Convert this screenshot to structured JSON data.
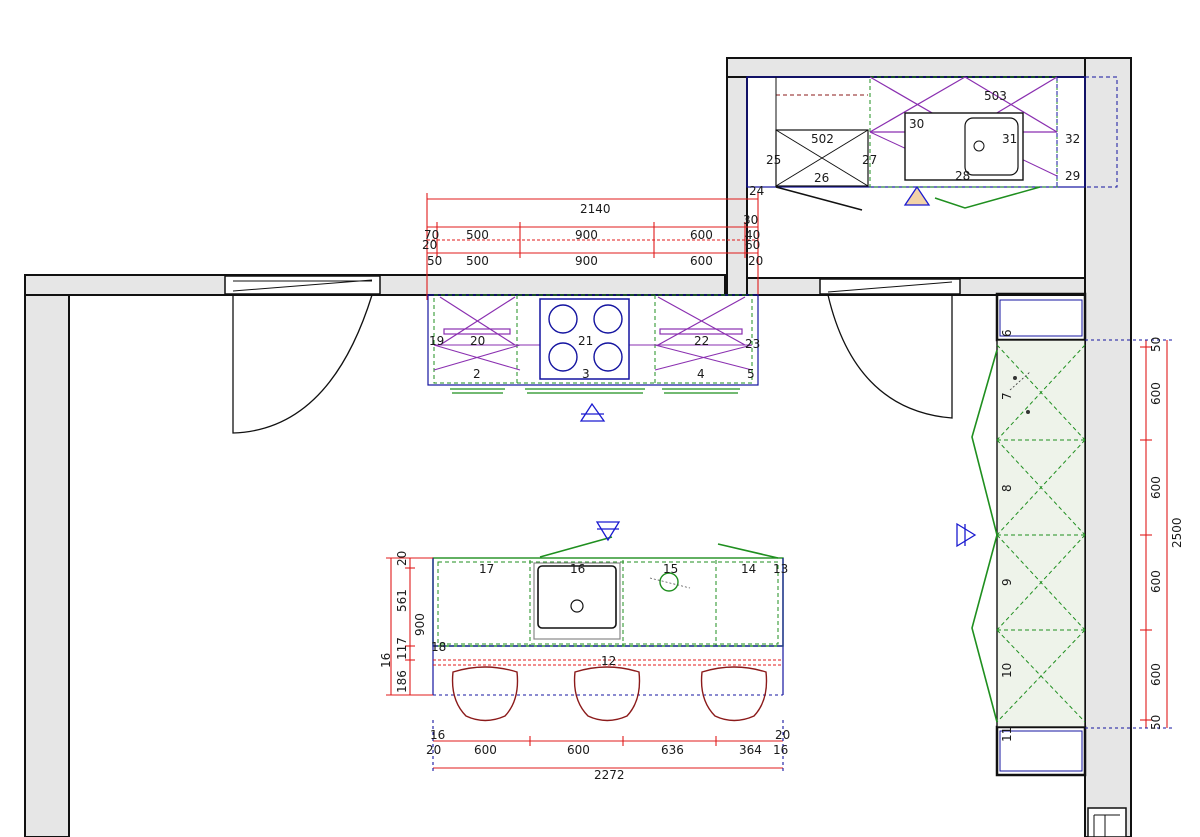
{
  "colors": {
    "wall_fill": "#e6e6e6",
    "wall_line": "#111111",
    "cabinet": "#1414a0",
    "upper_unit": "#8a2fb0",
    "worktop": "#1f8f1f",
    "dimension": "#e01b1b",
    "stool": "#8b1a1a",
    "tall_unit_fill": "#eef3ea",
    "view_marker": "#1a1ad0"
  },
  "cabinet_labels": {
    "l503": "503",
    "l30": "30",
    "l31": "31",
    "l32": "32",
    "l502": "502",
    "l25": "25",
    "l27": "27",
    "l26": "26",
    "l28": "28",
    "l29": "29",
    "l24": "24",
    "l19": "19",
    "l20": "20",
    "l21": "21",
    "l22": "22",
    "l23": "23",
    "l2": "2",
    "l3": "3",
    "l4": "4",
    "l5": "5",
    "l6": "6",
    "l7": "7",
    "l8": "8",
    "l9": "9",
    "l10": "10",
    "l11": "11",
    "l17": "17",
    "l16": "16",
    "l15": "15",
    "l14": "14",
    "l13": "13",
    "l18": "18",
    "l12": "12"
  },
  "dimensions": {
    "top_total": "2140",
    "top_r1_a": "70",
    "top_r1_b": "500",
    "top_r1_c": "900",
    "top_r1_d": "600",
    "top_r1_e": "40",
    "top_r1_f": "30",
    "top_r2_a": "20",
    "top_r2_f": "60",
    "top_r3_a": "50",
    "top_r3_b": "500",
    "top_r3_c": "900",
    "top_r3_d": "600",
    "top_r3_e": "20",
    "right_total": "2500",
    "right_a": "50",
    "right_b": "600",
    "right_c": "600",
    "right_d": "600",
    "right_e": "600",
    "right_f": "50",
    "left_a": "20",
    "left_b": "561",
    "left_c": "900",
    "left_d": "117",
    "left_e": "16",
    "left_f": "186",
    "bot_r1_a": "16",
    "bot_r1_e": "20",
    "bot_r2_a": "20",
    "bot_r2_b": "600",
    "bot_r2_c": "600",
    "bot_r2_d": "636",
    "bot_r2_e": "364",
    "bot_r2_f": "16",
    "bot_total": "2272"
  }
}
